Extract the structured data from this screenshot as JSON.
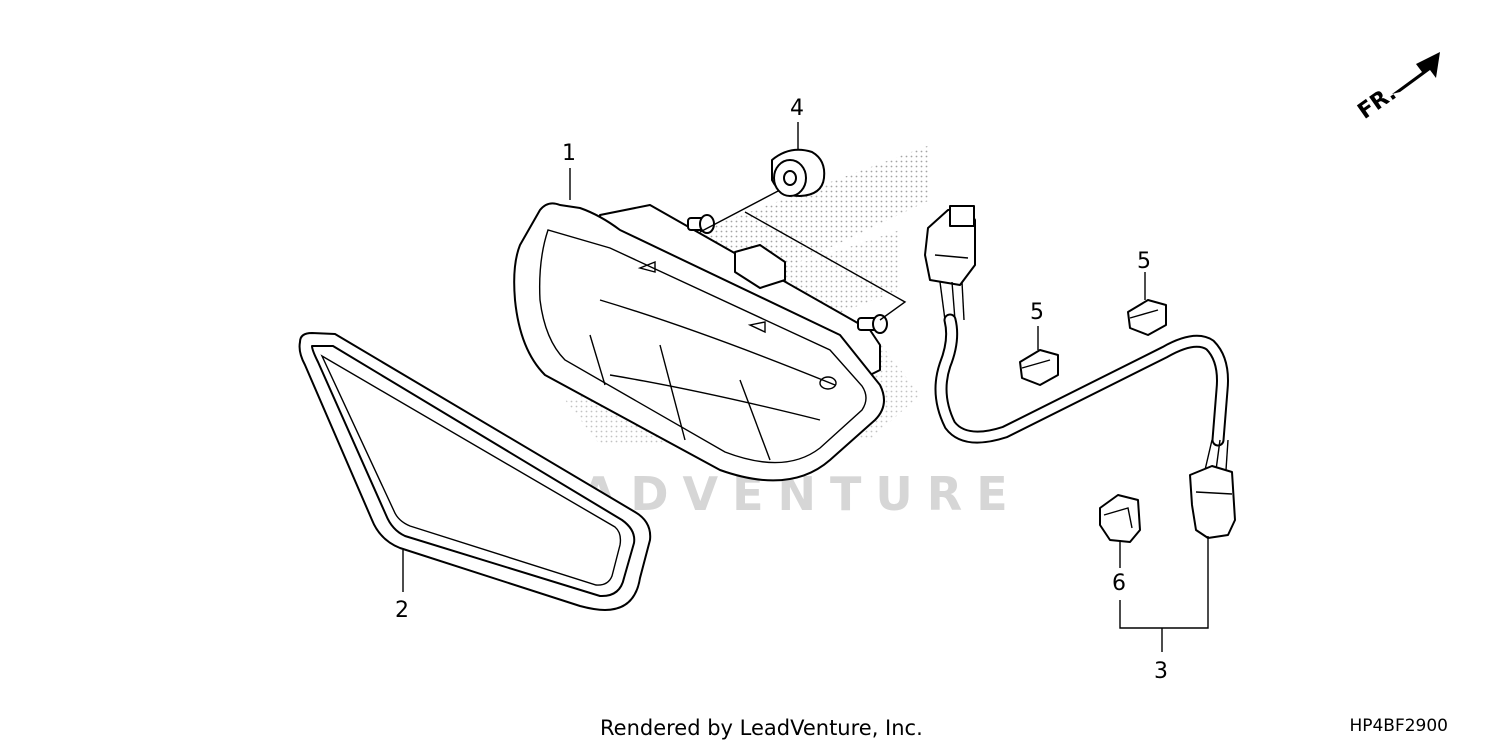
{
  "callouts": {
    "c1": "1",
    "c2": "2",
    "c3": "3",
    "c4": "4",
    "c5a": "5",
    "c5b": "5",
    "c6": "6"
  },
  "direction_arrow": {
    "label": "FR.",
    "icon": "front-direction-arrow-icon"
  },
  "watermark": {
    "text": "LEADVENTURE"
  },
  "footer": {
    "credit": "Rendered by LeadVenture, Inc.",
    "diagram_code": "HP4BF2900"
  }
}
